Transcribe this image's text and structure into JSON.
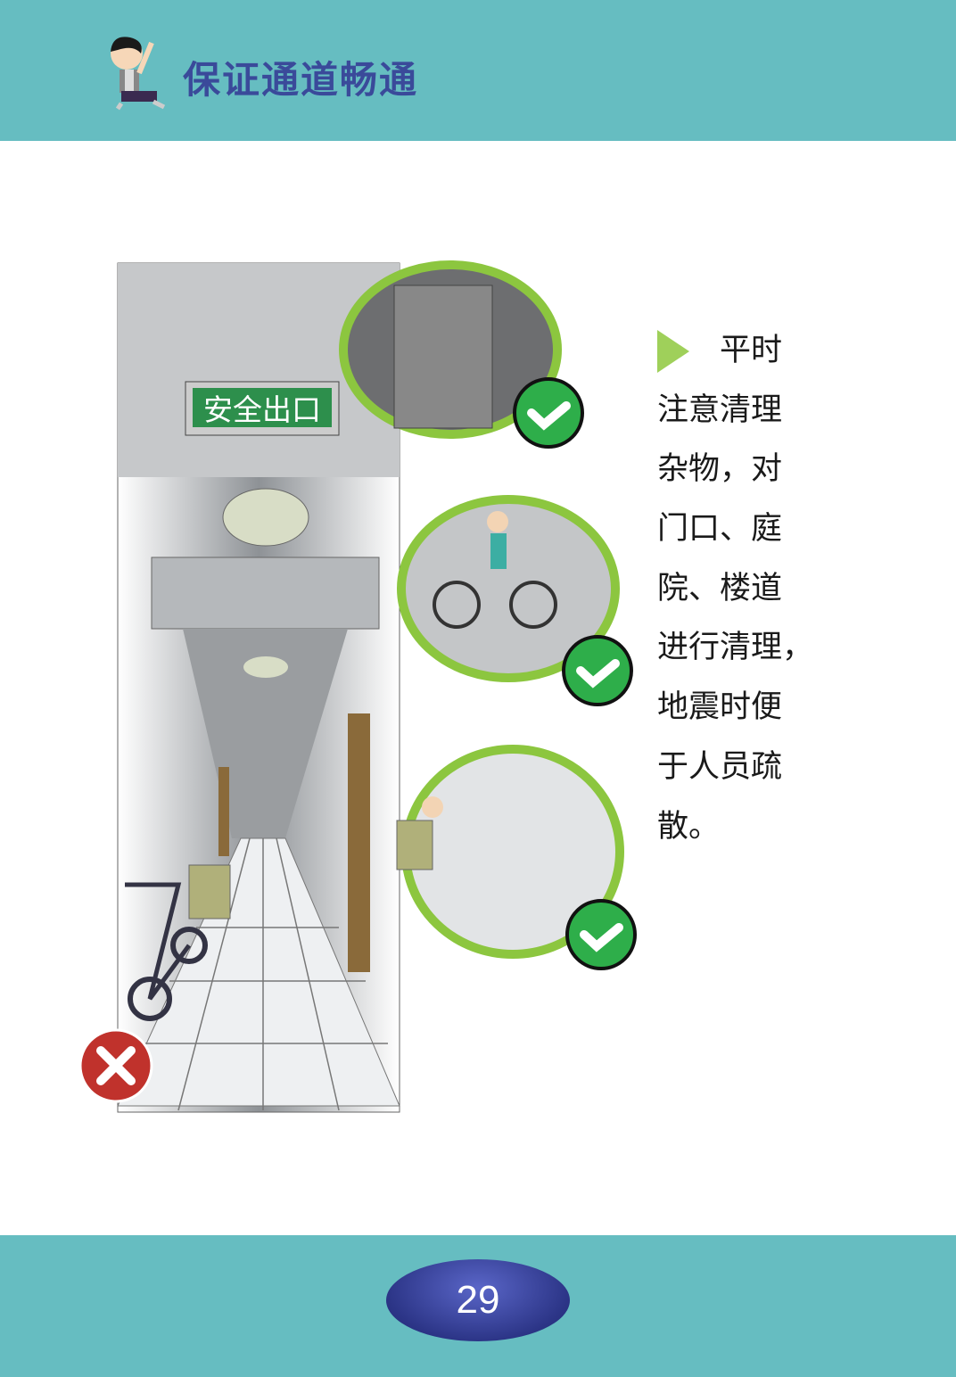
{
  "header": {
    "title": "保证通道畅通"
  },
  "illustration": {
    "exit_sign": "安全出口"
  },
  "body_text": {
    "lines": [
      "平时",
      "注意清理",
      "杂物，对",
      "门口、庭",
      "院、楼道",
      "进行清理，",
      "地震时便",
      "于人员疏",
      "散。"
    ]
  },
  "footer": {
    "page_number": "29"
  },
  "colors": {
    "header_bg": "#66bdc1",
    "title": "#3a4a9a",
    "check": "#2eae4a",
    "cross": "#c0322c",
    "bullet": "#9fd05a"
  }
}
